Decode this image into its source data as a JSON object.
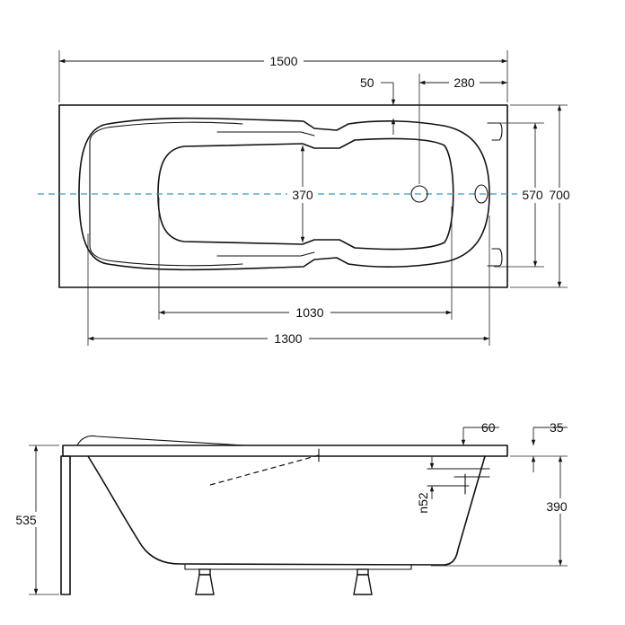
{
  "colors": {
    "line": "#111111",
    "axis": "#3a9bbf",
    "background": "#ffffff"
  },
  "icons": {
    "arrowhead": "arrowhead-icon",
    "drain": "drain-hole-icon",
    "overflow": "overflow-hole-icon"
  },
  "top_view": {
    "dims": {
      "overall_length": "1500",
      "rim_offset": "50",
      "drain_offset": "280",
      "inner_width": "370",
      "bottom_width": "570",
      "overall_width": "700",
      "bottom_length": "1030",
      "inner_length": "1300"
    }
  },
  "side_view": {
    "dims": {
      "rim_thickness": "60",
      "ledge": "35",
      "overall_height": "535",
      "depth": "390",
      "overflow": "n52"
    }
  }
}
